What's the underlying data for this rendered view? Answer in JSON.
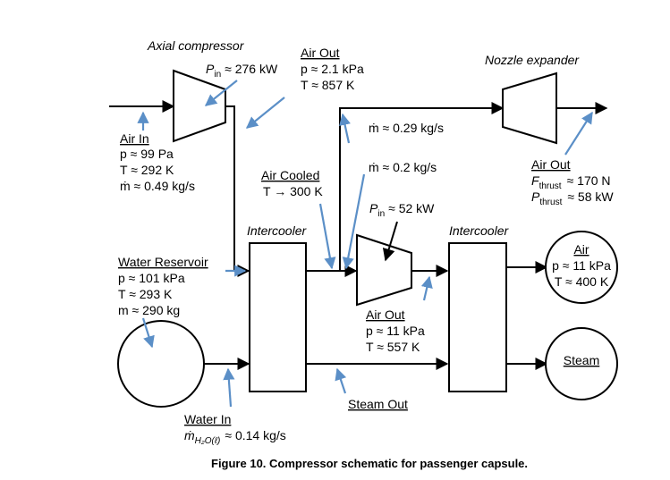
{
  "figure": {
    "caption": "Figure 10. Compressor schematic for passenger capsule."
  },
  "components": {
    "axial_compressor": {
      "title": "Axial compressor",
      "power_sym": "P",
      "power_sub": "in",
      "power_val": "≈ 276 kW"
    },
    "nozzle_expander": {
      "title": "Nozzle expander"
    },
    "intercooler_1": {
      "title": "Intercooler"
    },
    "intercooler_2": {
      "title": "Intercooler"
    },
    "second_compressor": {
      "power_sym": "P",
      "power_sub": "in",
      "power_val": "≈ 52 kW"
    }
  },
  "labels": {
    "air_in": {
      "title": "Air In",
      "line1": "p ≈ 99 Pa",
      "line2": "T ≈ 292 K",
      "line3": "ṁ ≈ 0.49 kg/s"
    },
    "air_out_1": {
      "title": "Air Out",
      "line1": "p ≈ 2.1 kPa",
      "line2": "T ≈ 857 K"
    },
    "flow_upper": "ṁ ≈ 0.29 kg/s",
    "flow_lower": "ṁ ≈ 0.2 kg/s",
    "air_cooled": {
      "title": "Air Cooled",
      "line1": "T → 300 K"
    },
    "air_out_thrust": {
      "title": "Air Out",
      "f_sym": "F",
      "f_sub": "thrust",
      "f_val": "≈ 170 N",
      "p_sym": "P",
      "p_sub": "thrust",
      "p_val": "≈ 58 kW"
    },
    "water_reservoir": {
      "title": "Water Reservoir",
      "line1": "p ≈ 101 kPa",
      "line2": "T ≈ 293 K",
      "line3": "m ≈ 290 kg"
    },
    "air_out_2": {
      "title": "Air Out",
      "line1": "p ≈ 11 kPa",
      "line2": "T ≈ 557 K"
    },
    "air_tank": {
      "title": "Air",
      "line1": "p ≈ 11 kPa",
      "line2": "T ≈ 400 K"
    },
    "steam_tank": {
      "title": "Steam"
    },
    "steam_out": "Steam Out",
    "water_in": {
      "title": "Water  In",
      "m_sym": "ṁ",
      "m_sub": "H₂O(ℓ)",
      "m_val": "≈ 0.14 kg/s"
    }
  }
}
